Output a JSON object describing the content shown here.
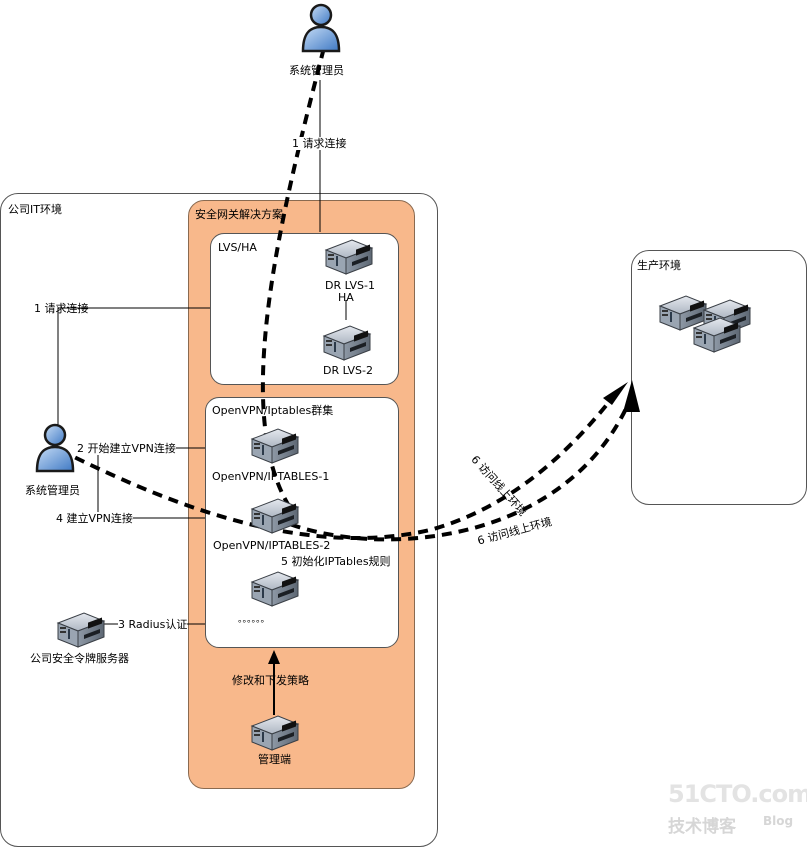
{
  "zones": {
    "company": "公司IT环境",
    "security_gateway": "安全网关解决方案",
    "lvs_ha": "LVS/HA",
    "openvpn_cluster": "OpenVPN/Iptables群集",
    "production": "生产环境"
  },
  "nodes": {
    "admin_remote": "系统管理员",
    "admin_local": "系统管理员",
    "dr_lvs1": "DR LVS-1",
    "ha": "HA",
    "dr_lvs2": "DR LVS-2",
    "openvpn1": "OpenVPN/IPTABLES-1",
    "openvpn2": "OpenVPN/IPTABLES-2",
    "ellipsis": "。。。。。。",
    "token_server": "公司安全令牌服务器",
    "management": "管理端"
  },
  "edges": {
    "request_remote": "1 请求连接",
    "request_local": "1 请求连接",
    "start_vpn": "2 开始建立VPN连接",
    "radius": "3 Radius认证",
    "establish_vpn": "4 建立VPN连接",
    "init_iptables": "5 初始化IPTables规则",
    "access_online_1": "6 访问线上环境",
    "access_online_2": "6 访问线上环境",
    "policy": "修改和下发策略"
  },
  "watermark": {
    "site": "51CTO.com",
    "blog_cn": "技术博客",
    "blog_en": "Blog"
  }
}
